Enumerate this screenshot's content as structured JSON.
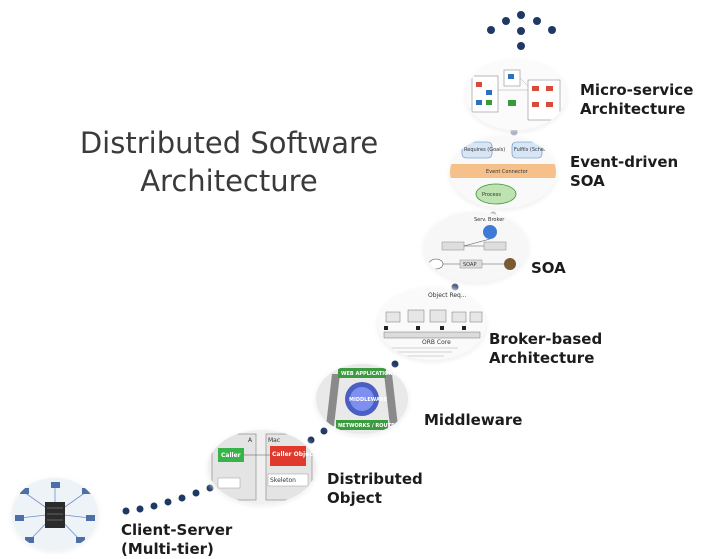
{
  "title_line1": "Distributed Software",
  "title_line2": "Architecture",
  "stages": [
    {
      "line1": "Client-Server",
      "line2": "(Multi-tier)"
    },
    {
      "line1": "Distributed",
      "line2": "Object"
    },
    {
      "line1": "Middleware",
      "line2": ""
    },
    {
      "line1": "Broker-based",
      "line2": "Architecture"
    },
    {
      "line1": "SOA",
      "line2": ""
    },
    {
      "line1": "Event-driven",
      "line2": "SOA"
    },
    {
      "line1": "Micro-service",
      "line2": "Architecture"
    }
  ],
  "thumb_text": {
    "middleware_top": "WEB APPLICATIONS",
    "middleware_core": "MIDDLEWARE",
    "middleware_bottom": "NETWORKS / ROUTERS",
    "obj_a": "A",
    "obj_b": "Mac",
    "obj_caller": "Caller",
    "obj_caller2": "Caller Object",
    "obj_skeleton": "Skeleton",
    "broker_header": "Object Req...",
    "broker_core": "ORB Core",
    "soa_top": "Serv. Broker",
    "soa_soap": "SOAP",
    "eda_left": "Requires (Goals)",
    "eda_right": "Fulfils (Scheme)",
    "eda_bus": "Event Connector",
    "eda_process": "Process"
  },
  "colors": {
    "dot": "#1f3864",
    "title": "#3a3a3a"
  }
}
